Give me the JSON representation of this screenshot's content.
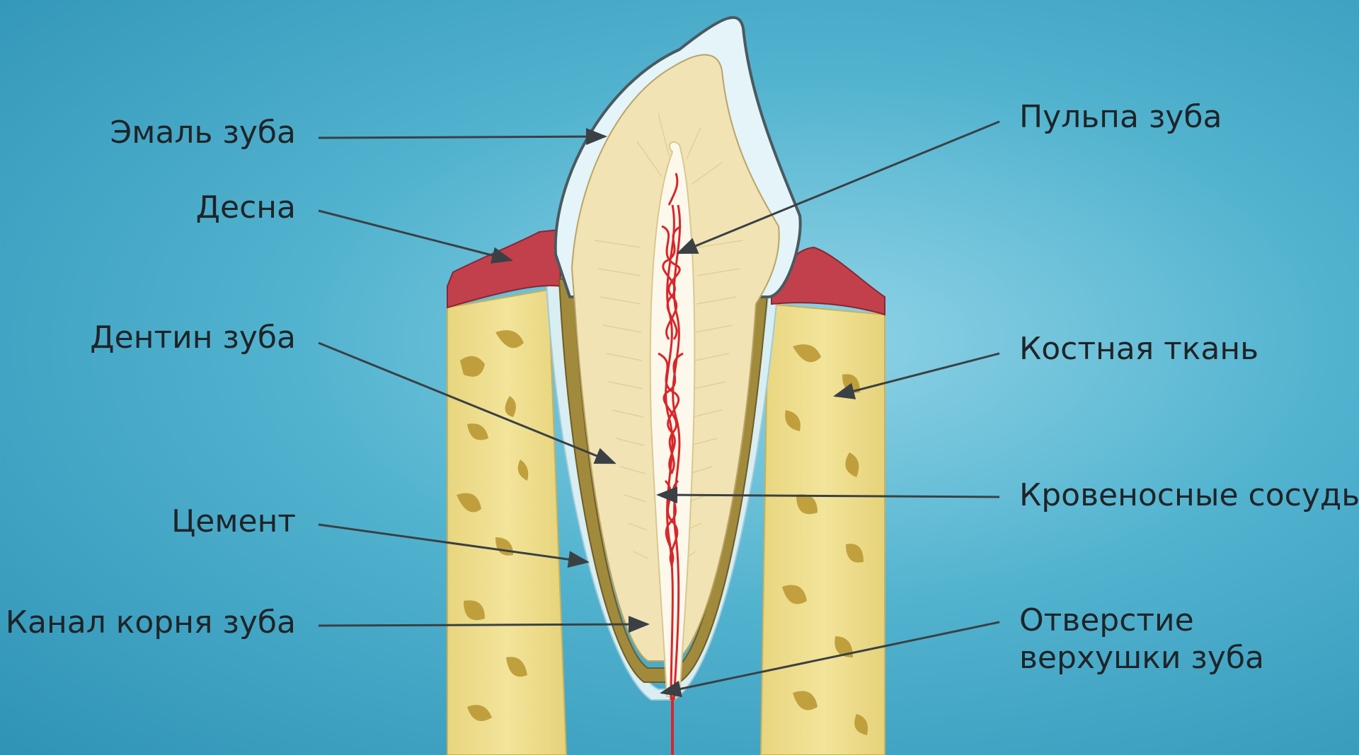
{
  "labels": {
    "enamel": "Эмаль зуба",
    "gum": "Десна",
    "dentin": "Дентин зуба",
    "cement": "Цемент",
    "root_canal": "Канал корня зуба",
    "pulp": "Пульпа зуба",
    "bone": "Костная ткань",
    "vessels": "Кровеносные сосуды",
    "apex": "Отверстие верхушки зуба"
  },
  "colors": {
    "background": "#52b3cf",
    "enamel": "#e4f4f8",
    "dentin": "#f1e3b4",
    "cement": "#a18a3c",
    "gum": "#c2404c",
    "bone": "#eddc88",
    "bone_spots": "#b8952f",
    "vessels": "#d8262a",
    "arrows": "#3b4045"
  }
}
